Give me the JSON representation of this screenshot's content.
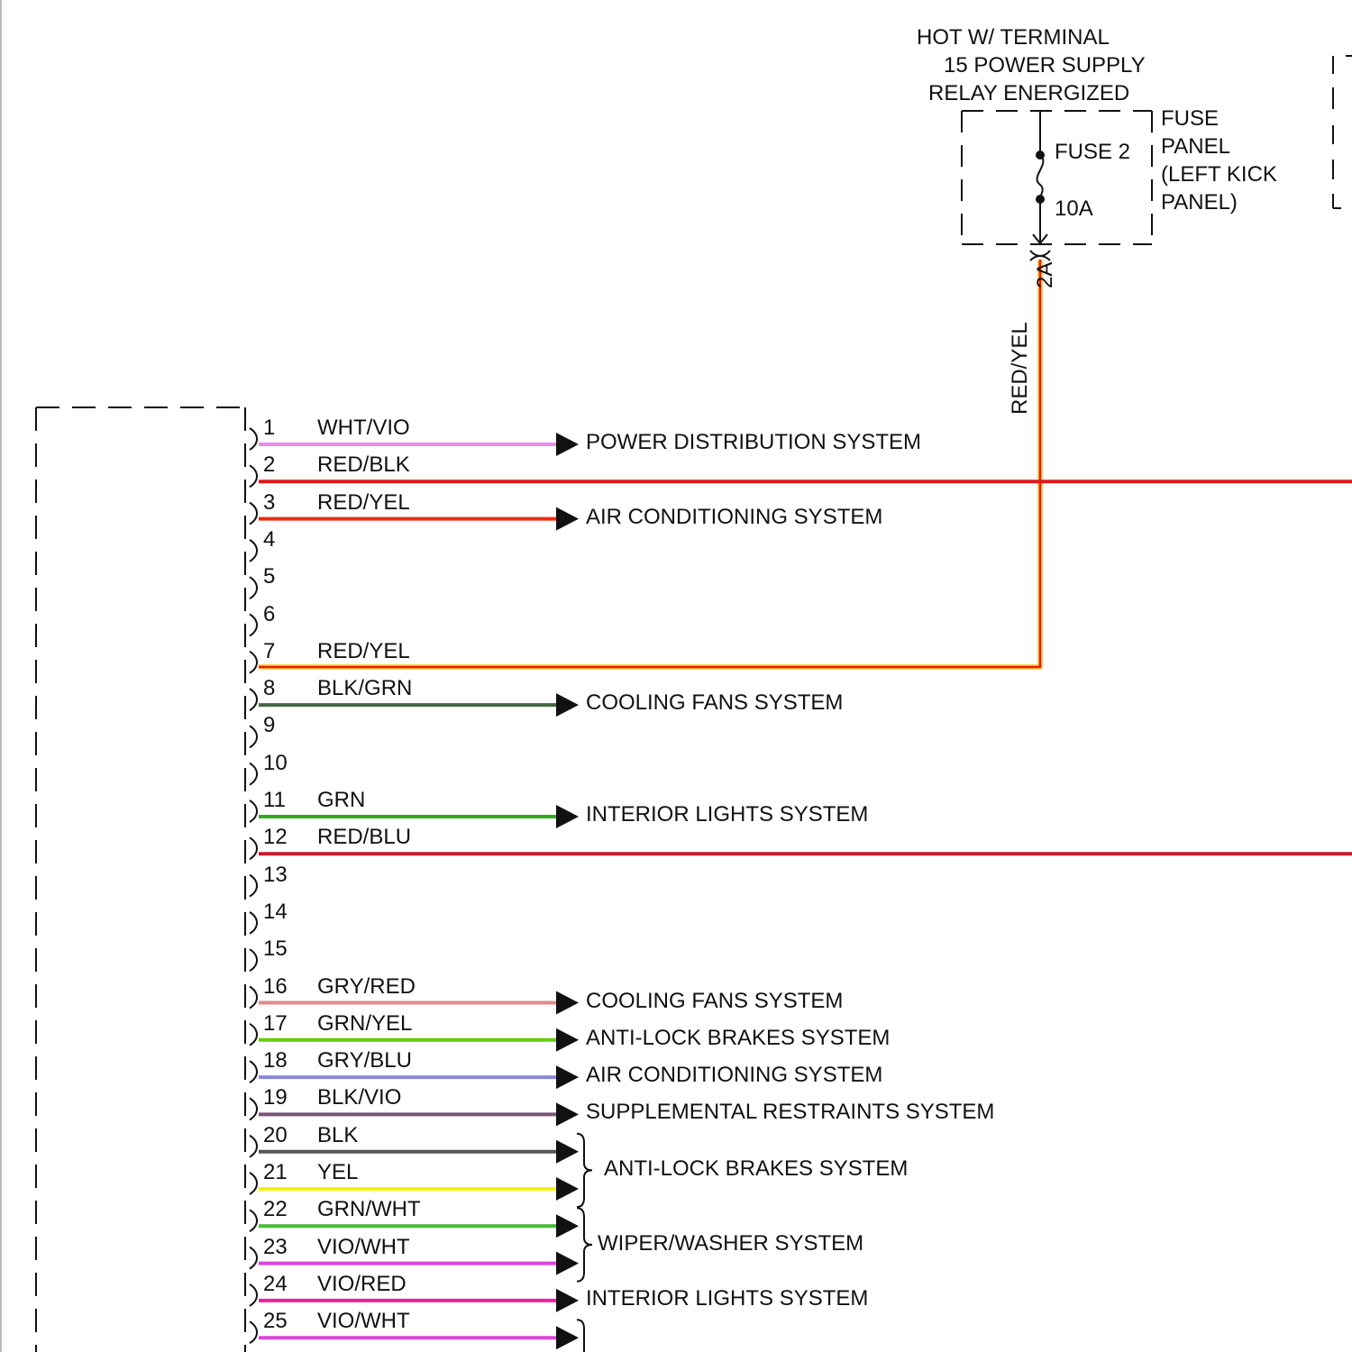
{
  "fuse_panel": {
    "caption_lines": [
      "HOT W/ TERMINAL",
      "15 POWER SUPPLY",
      "RELAY ENERGIZED"
    ],
    "name_lines": [
      "FUSE",
      "PANEL",
      "(LEFT KICK",
      "PANEL)"
    ],
    "fuse_name": "FUSE 2",
    "fuse_rating": "10A",
    "terminal": "2A",
    "output_wire_color": "RED/YEL"
  },
  "pins": [
    {
      "num": "1",
      "wire": "WHT/VIO",
      "color": "#ee88ee",
      "dest": "POWER DISTRIBUTION SYSTEM"
    },
    {
      "num": "2",
      "wire": "RED/BLK",
      "color": "#dd1a1a",
      "dest": ""
    },
    {
      "num": "3",
      "wire": "RED/YEL",
      "color": "#ee2a10",
      "dest": "AIR CONDITIONING SYSTEM"
    },
    {
      "num": "4",
      "wire": "",
      "color": "",
      "dest": ""
    },
    {
      "num": "5",
      "wire": "",
      "color": "",
      "dest": ""
    },
    {
      "num": "6",
      "wire": "",
      "color": "",
      "dest": ""
    },
    {
      "num": "7",
      "wire": "RED/YEL",
      "color": "#ee2a10",
      "dest": ""
    },
    {
      "num": "8",
      "wire": "BLK/GRN",
      "color": "#446644",
      "dest": "COOLING FANS SYSTEM"
    },
    {
      "num": "9",
      "wire": "",
      "color": "",
      "dest": ""
    },
    {
      "num": "10",
      "wire": "",
      "color": "",
      "dest": ""
    },
    {
      "num": "11",
      "wire": "GRN",
      "color": "#33aa22",
      "dest": "INTERIOR LIGHTS SYSTEM"
    },
    {
      "num": "12",
      "wire": "RED/BLU",
      "color": "#cc1a2a",
      "dest": ""
    },
    {
      "num": "13",
      "wire": "",
      "color": "",
      "dest": ""
    },
    {
      "num": "14",
      "wire": "",
      "color": "",
      "dest": ""
    },
    {
      "num": "15",
      "wire": "",
      "color": "",
      "dest": ""
    },
    {
      "num": "16",
      "wire": "GRY/RED",
      "color": "#e08a8a",
      "dest": "COOLING FANS SYSTEM"
    },
    {
      "num": "17",
      "wire": "GRN/YEL",
      "color": "#66cc11",
      "dest": "ANTI-LOCK BRAKES SYSTEM"
    },
    {
      "num": "18",
      "wire": "GRY/BLU",
      "color": "#8888dd",
      "dest": "AIR CONDITIONING SYSTEM"
    },
    {
      "num": "19",
      "wire": "BLK/VIO",
      "color": "#775577",
      "dest": "SUPPLEMENTAL RESTRAINTS SYSTEM"
    },
    {
      "num": "20",
      "wire": "BLK",
      "color": "#555555",
      "dest": ""
    },
    {
      "num": "21",
      "wire": "YEL",
      "color": "#f2f20a",
      "dest": ""
    },
    {
      "num": "22",
      "wire": "GRN/WHT",
      "color": "#44bb33",
      "dest": ""
    },
    {
      "num": "23",
      "wire": "VIO/WHT",
      "color": "#dd44dd",
      "dest": ""
    },
    {
      "num": "24",
      "wire": "VIO/RED",
      "color": "#ee2299",
      "dest": "INTERIOR LIGHTS SYSTEM"
    },
    {
      "num": "25",
      "wire": "VIO/WHT",
      "color": "#dd44dd",
      "dest": ""
    }
  ],
  "group_labels": [
    {
      "pins": [
        "20",
        "21"
      ],
      "text": "ANTI-LOCK BRAKES SYSTEM"
    },
    {
      "pins": [
        "22",
        "23"
      ],
      "text": "WIPER/WASHER SYSTEM"
    }
  ]
}
